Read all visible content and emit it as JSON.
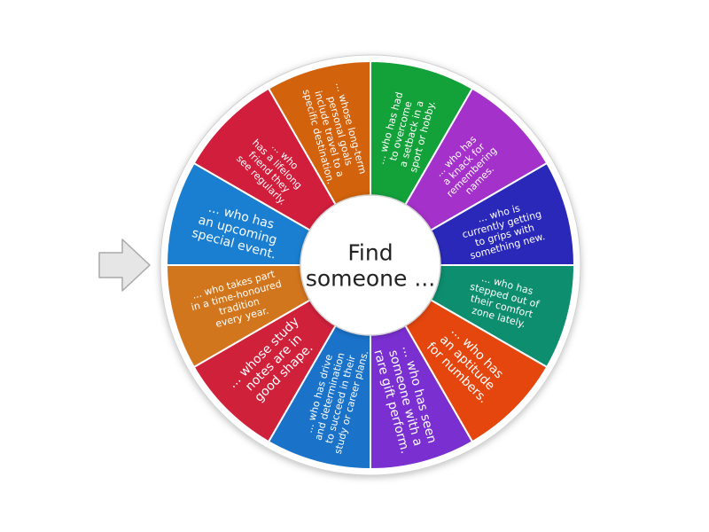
{
  "wheel": {
    "center_label_lines": [
      "Find",
      "someone ..."
    ],
    "segments": [
      {
        "lines": [
          "... whose long-term",
          "personal goals",
          "include travel to a",
          "specific destination."
        ],
        "color": "#D2620B"
      },
      {
        "lines": [
          "... who has had",
          "to overcome",
          "a setback in a",
          "sport or hobby."
        ],
        "color": "#13A13A"
      },
      {
        "lines": [
          "... who has",
          "a knack for",
          "remembering",
          "names."
        ],
        "color": "#A431C9"
      },
      {
        "lines": [
          "... who is",
          "currently getting",
          "to grips with",
          "something new."
        ],
        "color": "#2A28B8"
      },
      {
        "lines": [
          "... who has",
          "stepped out of",
          "their comfort",
          "zone lately."
        ],
        "color": "#0D8E6E"
      },
      {
        "lines": [
          "... who has",
          "an aptitude",
          "for numbers."
        ],
        "color": "#E4460E"
      },
      {
        "lines": [
          "... who has seen",
          "someone with a",
          "rare gift perform."
        ],
        "color": "#7A2FD0"
      },
      {
        "lines": [
          "... who has drive",
          "and determination",
          "to succeed in their",
          "study or career plans."
        ],
        "color": "#1A72C9"
      },
      {
        "lines": [
          "... whose study",
          "notes are in",
          "good shape."
        ],
        "color": "#D0213B"
      },
      {
        "lines": [
          "... who takes part",
          "in a time-honoured",
          "tradition",
          "every year."
        ],
        "color": "#D2761E"
      },
      {
        "lines": [
          "... who has",
          "an upcoming",
          "special event."
        ],
        "color": "#1A7FD0"
      },
      {
        "lines": [
          "... who",
          "has a lifelong",
          "friend they",
          "see regularly."
        ],
        "color": "#D01E3C"
      }
    ]
  },
  "pointer": {
    "icon": "arrow-right-icon",
    "fill": "#e6e6e6",
    "stroke": "#a8a8a8"
  },
  "colors": {
    "rim": "#ffffff",
    "rim_stroke": "#cfcfcf",
    "hub_fill": "#ffffff",
    "hub_stroke": "#d4d4d4"
  }
}
